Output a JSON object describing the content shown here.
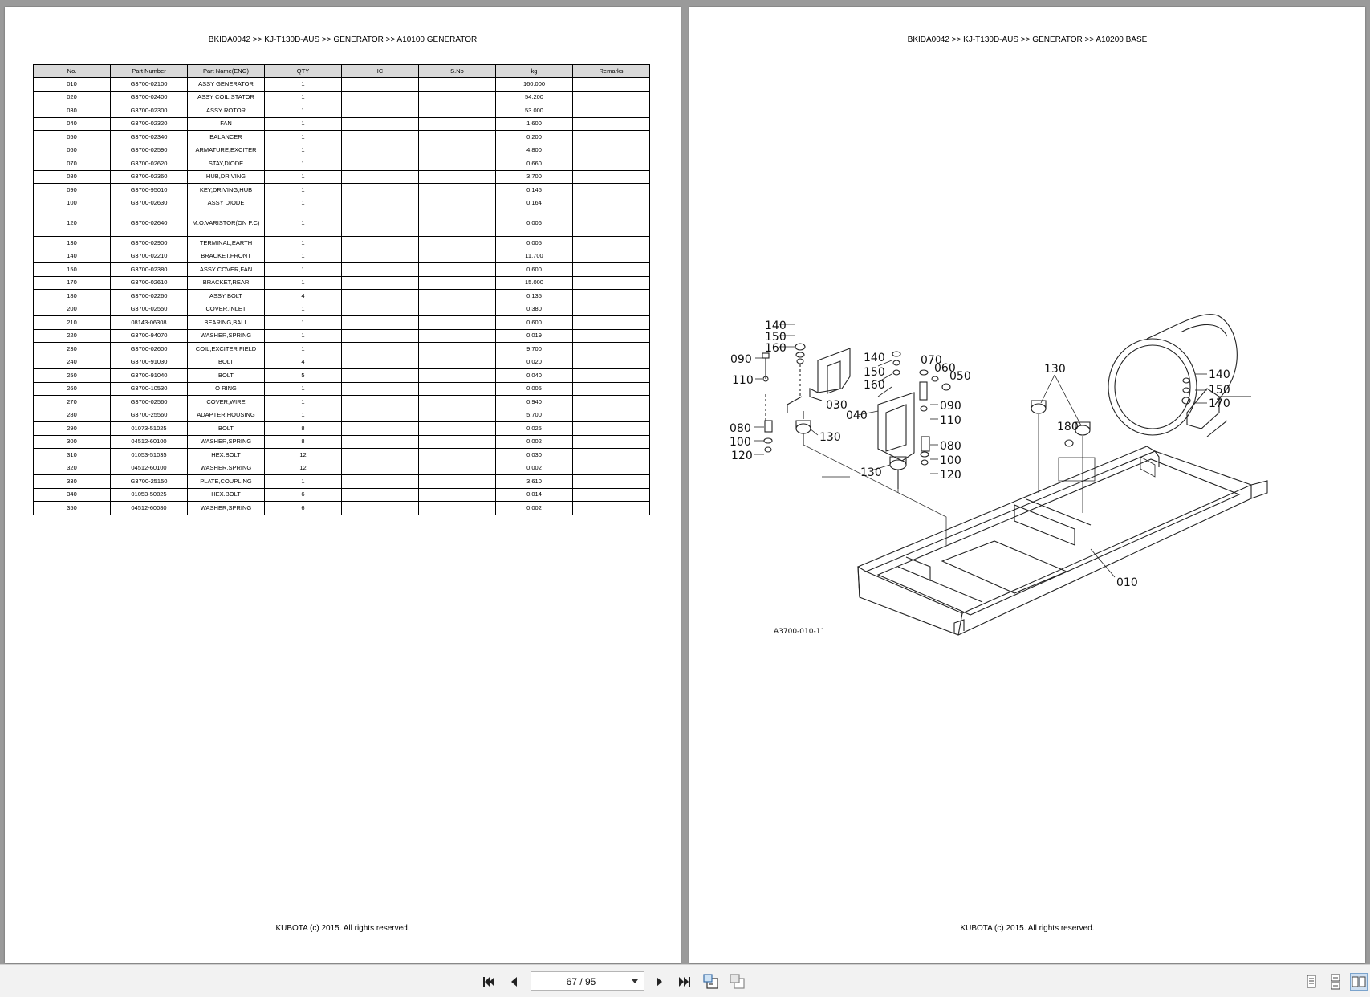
{
  "left_page": {
    "header": "BKIDA0042 >> KJ-T130D-AUS >> GENERATOR >> A10100   GENERATOR",
    "footer": "KUBOTA (c) 2015. All rights reserved.",
    "columns": [
      "No.",
      "Part Number",
      "Part Name(ENG)",
      "QTY",
      "IC",
      "S.No",
      "kg",
      "Remarks"
    ],
    "rows": [
      [
        "010",
        "G3700-02100",
        "ASSY GENERATOR",
        "1",
        "",
        "",
        "160.000",
        ""
      ],
      [
        "020",
        "G3700-02400",
        "ASSY COIL,STATOR",
        "1",
        "",
        "",
        "54.200",
        ""
      ],
      [
        "030",
        "G3700-02300",
        "ASSY ROTOR",
        "1",
        "",
        "",
        "53.000",
        ""
      ],
      [
        "040",
        "G3700-02320",
        "FAN",
        "1",
        "",
        "",
        "1.600",
        ""
      ],
      [
        "050",
        "G3700-02340",
        "BALANCER",
        "1",
        "",
        "",
        "0.200",
        ""
      ],
      [
        "060",
        "G3700-02590",
        "ARMATURE,EXCITER",
        "1",
        "",
        "",
        "4.800",
        ""
      ],
      [
        "070",
        "G3700-02620",
        "STAY,DIODE",
        "1",
        "",
        "",
        "0.660",
        ""
      ],
      [
        "080",
        "G3700-02360",
        "HUB,DRIVING",
        "1",
        "",
        "",
        "3.700",
        ""
      ],
      [
        "090",
        "G3700-95010",
        "KEY,DRIVING,HUB",
        "1",
        "",
        "",
        "0.145",
        ""
      ],
      [
        "100",
        "G3700-02630",
        "ASSY DIODE",
        "1",
        "",
        "",
        "0.164",
        ""
      ],
      [
        "120",
        "G3700-02640",
        "M.O.VARISTOR(ON P.C)",
        "1",
        "",
        "",
        "0.006",
        ""
      ],
      [
        "130",
        "G3700-02900",
        "TERMINAL,EARTH",
        "1",
        "",
        "",
        "0.005",
        ""
      ],
      [
        "140",
        "G3700-02210",
        "BRACKET,FRONT",
        "1",
        "",
        "",
        "11.700",
        ""
      ],
      [
        "150",
        "G3700-02380",
        "ASSY COVER,FAN",
        "1",
        "",
        "",
        "0.600",
        ""
      ],
      [
        "170",
        "G3700-02610",
        "BRACKET,REAR",
        "1",
        "",
        "",
        "15.000",
        ""
      ],
      [
        "180",
        "G3700-02260",
        "ASSY BOLT",
        "4",
        "",
        "",
        "0.135",
        ""
      ],
      [
        "200",
        "G3700-02550",
        "COVER,INLET",
        "1",
        "",
        "",
        "0.380",
        ""
      ],
      [
        "210",
        "08143-06308",
        "BEARING,BALL",
        "1",
        "",
        "",
        "0.600",
        ""
      ],
      [
        "220",
        "G3700-94070",
        "WASHER,SPRING",
        "1",
        "",
        "",
        "0.019",
        ""
      ],
      [
        "230",
        "G3700-02600",
        "COIL,EXCITER FIELD",
        "1",
        "",
        "",
        "9.700",
        ""
      ],
      [
        "240",
        "G3700-91030",
        "BOLT",
        "4",
        "",
        "",
        "0.020",
        ""
      ],
      [
        "250",
        "G3700-91040",
        "BOLT",
        "5",
        "",
        "",
        "0.040",
        ""
      ],
      [
        "260",
        "G3700-10530",
        "O RING",
        "1",
        "",
        "",
        "0.005",
        ""
      ],
      [
        "270",
        "G3700-02560",
        "COVER,WIRE",
        "1",
        "",
        "",
        "0.940",
        ""
      ],
      [
        "280",
        "G3700-25560",
        "ADAPTER,HOUSING",
        "1",
        "",
        "",
        "5.700",
        ""
      ],
      [
        "290",
        "01073-51025",
        "BOLT",
        "8",
        "",
        "",
        "0.025",
        ""
      ],
      [
        "300",
        "04512-60100",
        "WASHER,SPRING",
        "8",
        "",
        "",
        "0.002",
        ""
      ],
      [
        "310",
        "01053-51035",
        "HEX.BOLT",
        "12",
        "",
        "",
        "0.030",
        ""
      ],
      [
        "320",
        "04512-60100",
        "WASHER,SPRING",
        "12",
        "",
        "",
        "0.002",
        ""
      ],
      [
        "330",
        "G3700-25150",
        "PLATE,COUPLING",
        "1",
        "",
        "",
        "3.610",
        ""
      ],
      [
        "340",
        "01053-50825",
        "HEX.BOLT",
        "6",
        "",
        "",
        "0.014",
        ""
      ],
      [
        "350",
        "04512-60080",
        "WASHER,SPRING",
        "6",
        "",
        "",
        "0.002",
        ""
      ]
    ]
  },
  "right_page": {
    "header": "BKIDA0042 >> KJ-T130D-AUS >> GENERATOR >> A10200   BASE",
    "footer": "KUBOTA (c) 2015. All rights reserved.",
    "diagram_code": "A3700-010-11",
    "callouts": {
      "c140a": "140",
      "c150a": "150",
      "c160a": "160",
      "c090a": "090",
      "c110a": "110",
      "c080a": "080",
      "c100a": "100",
      "c120a": "120",
      "c030": "030",
      "c130a": "130",
      "c140b": "140",
      "c150b": "150",
      "c160b": "160",
      "c070": "070",
      "c060": "060",
      "c050": "050",
      "c090b": "090",
      "c110b": "110",
      "c040": "040",
      "c080b": "080",
      "c100b": "100",
      "c120b": "120",
      "c130b": "130",
      "c130c": "130",
      "c180": "180",
      "c140c": "140",
      "c150c": "150",
      "c170": "170",
      "c010": "010"
    }
  },
  "toolbar": {
    "page_value": "67 / 95",
    "icons": [
      "first-page-icon",
      "prev-page-icon",
      "next-page-icon",
      "last-page-icon",
      "export-icon",
      "copy-icon",
      "single-page-view-icon",
      "continuous-view-icon",
      "two-page-view-icon"
    ]
  }
}
